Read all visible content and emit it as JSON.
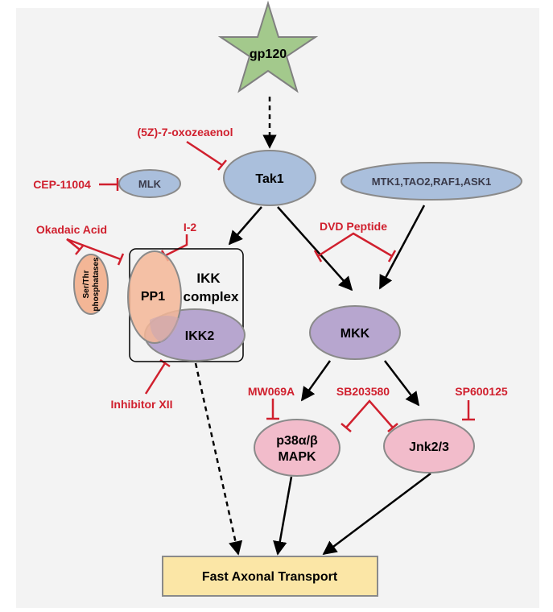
{
  "colors": {
    "background": "#f3f3f3",
    "inhibitor_red": "#d0202e",
    "blue_node": "#aabfdc",
    "purple_node": "#b7a6cf",
    "pink_node": "#f2bccb",
    "orange_node": "#f3b696",
    "star_green": "#a3c98c",
    "output_box": "#fbe6a6",
    "arrow": "#000000"
  },
  "nodes": {
    "gp120": "gp120",
    "tak1": "Tak1",
    "mlk": "MLK",
    "mtk_group": "MTK1,TAO2,RAF1,ASK1",
    "pp1": "PP1",
    "ikk2": "IKK2",
    "ikk_complex_line1": "IKK",
    "ikk_complex_line2": "complex",
    "ser_thr_line1": "Ser/Thr",
    "ser_thr_line2": "phosphatases",
    "mkk": "MKK",
    "p38_line1": "p38α/β",
    "p38_line2": "MAPK",
    "jnk": "Jnk2/3",
    "output": "Fast Axonal Transport"
  },
  "inhibitors": {
    "oxozeaenol": "(5Z)-7-oxozeaenol",
    "cep": "CEP-11004",
    "okadaic": "Okadaic Acid",
    "i2": "I-2",
    "dvd": "DVD Peptide",
    "inhibitor_xii": "Inhibitor XII",
    "mw069a": "MW069A",
    "sb203580": "SB203580",
    "sp600125": "SP600125"
  }
}
